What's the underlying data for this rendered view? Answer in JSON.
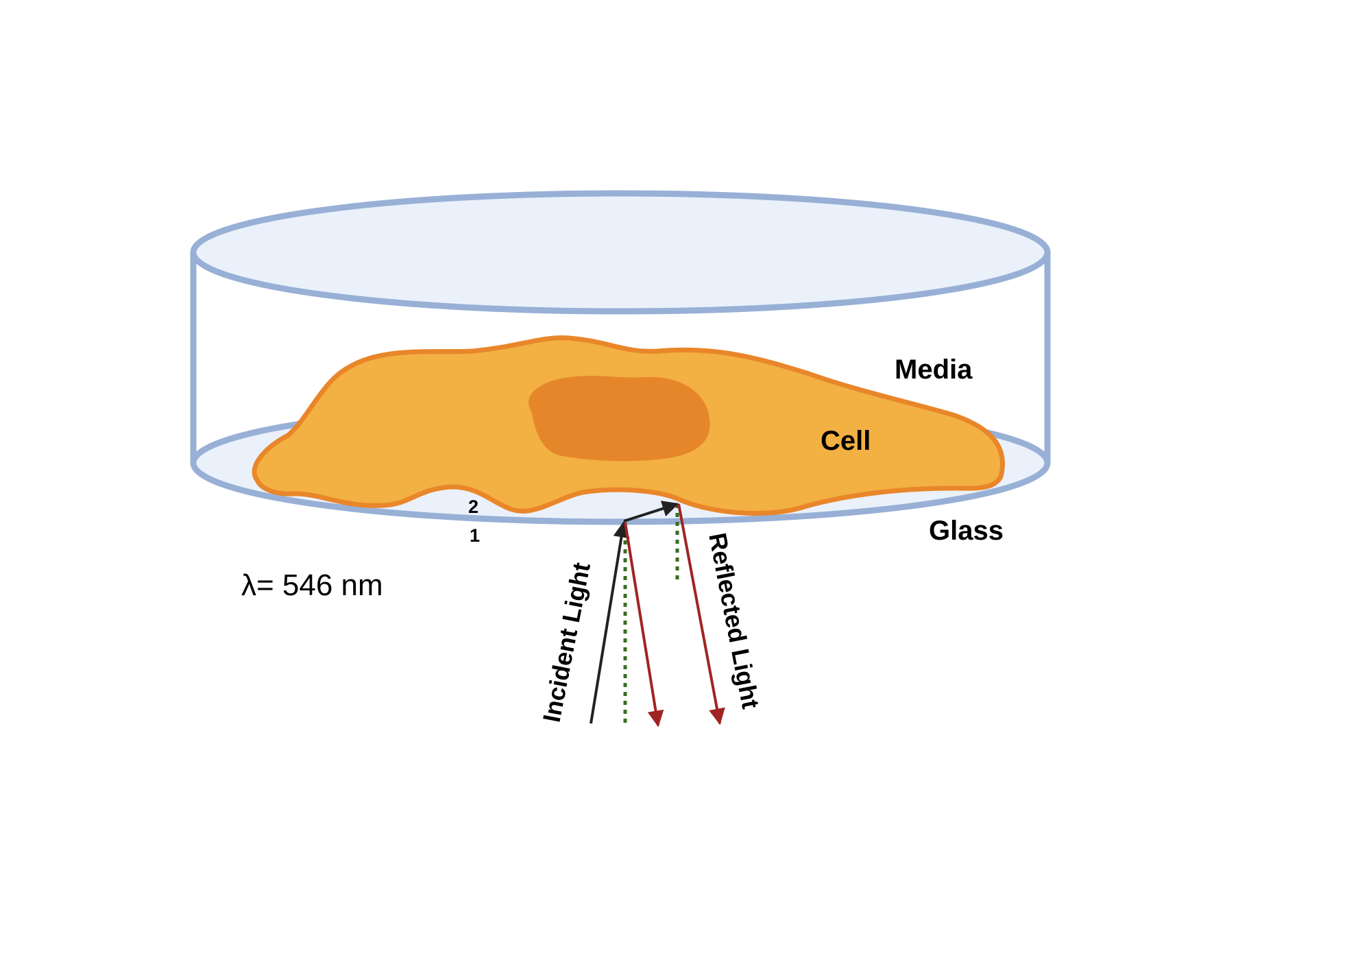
{
  "labels": {
    "media": "Media",
    "cell": "Cell",
    "glass": "Glass",
    "interface_2": "2",
    "interface_1": "1",
    "wavelength": "λ= 546 nm",
    "incident": "Incident Light",
    "reflected": "Reflected Light"
  },
  "colors": {
    "dish_outline": "#98b0d6",
    "dish_fill": "#eaf1fa",
    "cell_fill": "#f2b142",
    "cell_outline": "#e9862a",
    "nucleus_fill": "#e6862b",
    "incident_arrow": "#222222",
    "reflected_arrow": "#a02424",
    "normal_line": "#3a6b22"
  }
}
